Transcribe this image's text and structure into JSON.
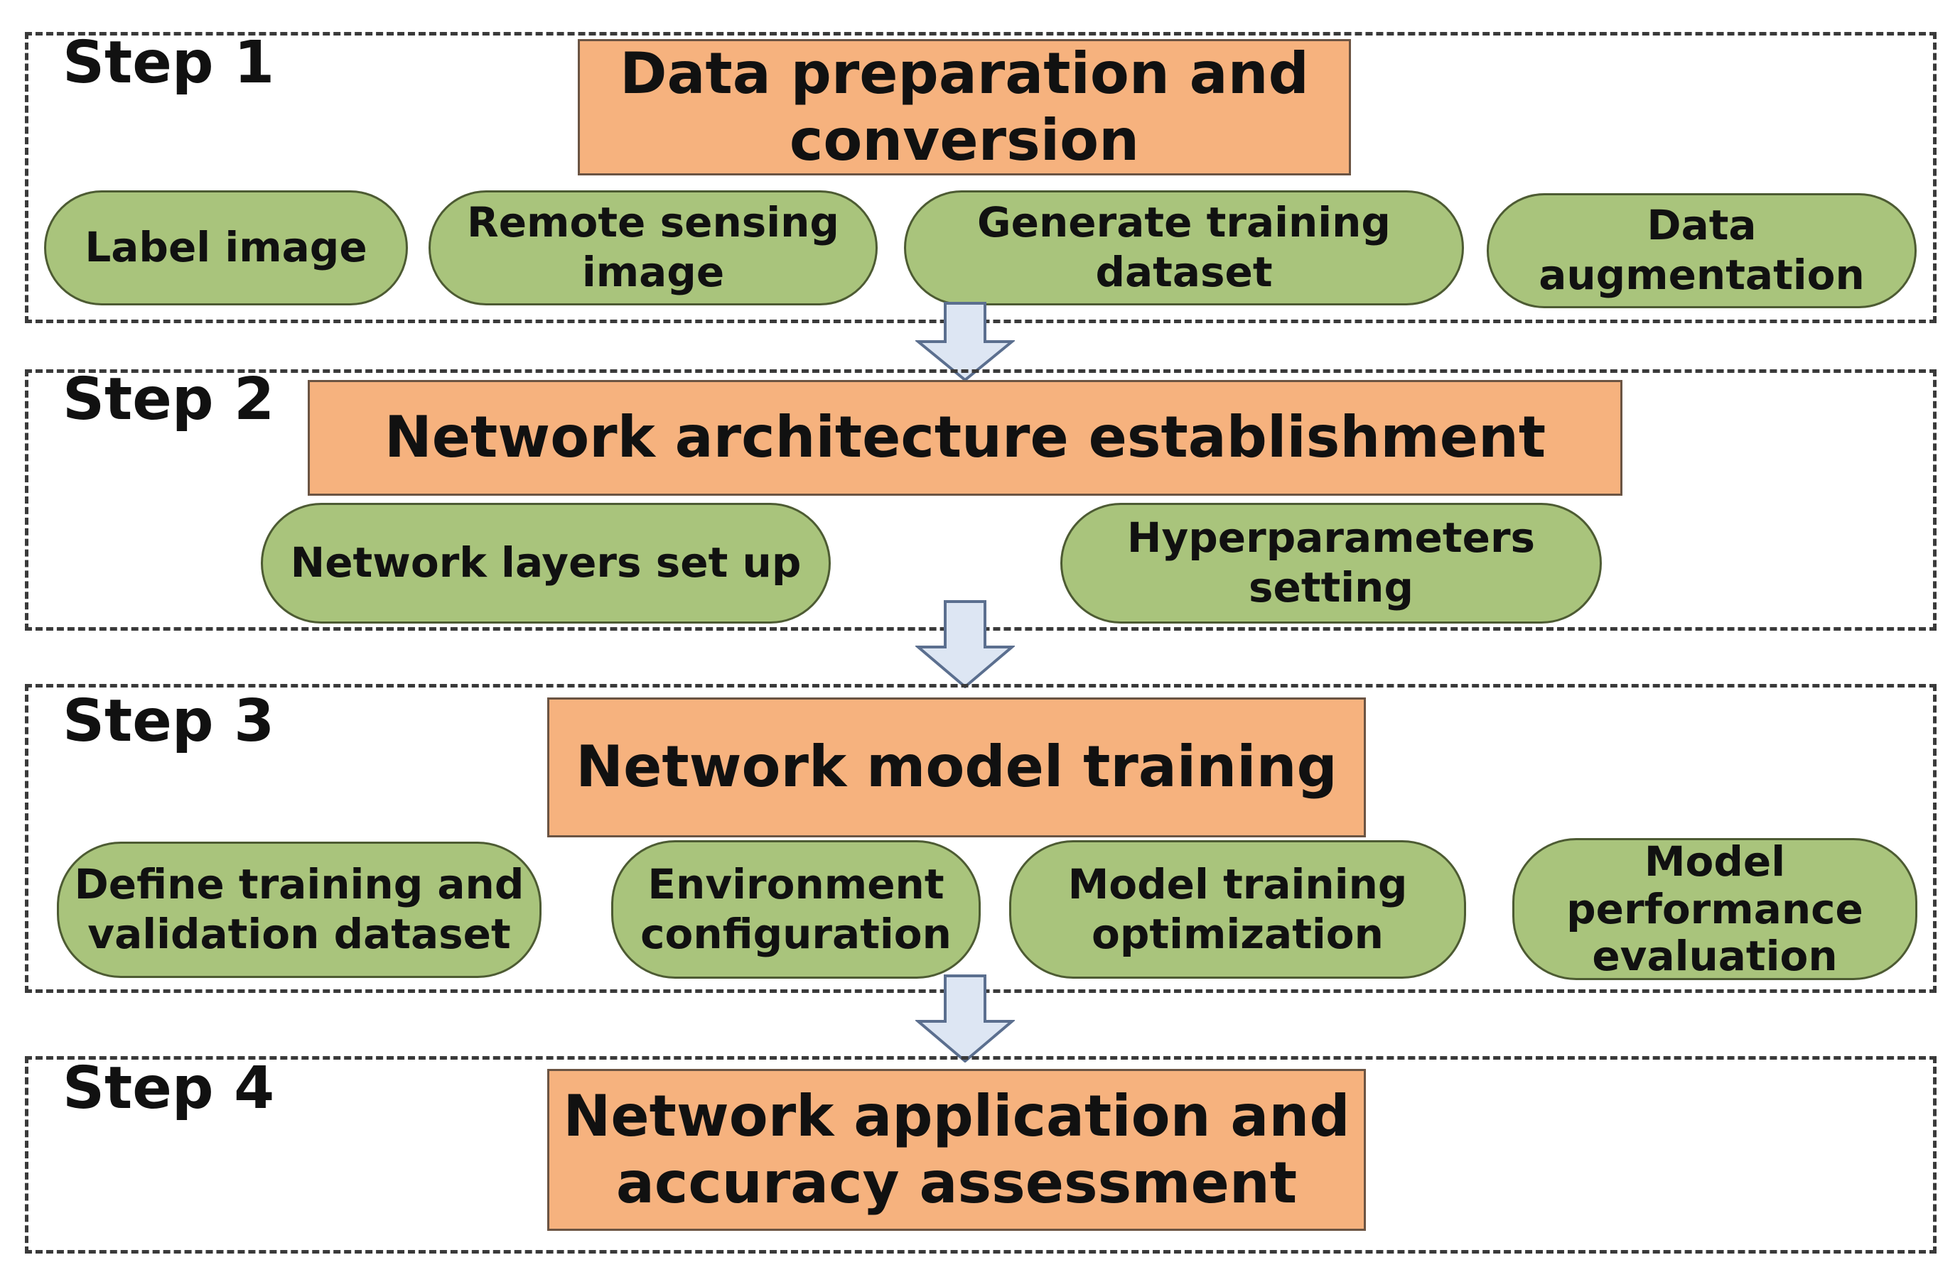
{
  "colors": {
    "main_box_fill": "#f6b27e",
    "pill_fill": "#a9c47c",
    "arrow_fill": "#dde6f3",
    "dashed_border": "#3a3a3a"
  },
  "steps": [
    {
      "label": "Step 1",
      "title": "Data preparation and\nconversion",
      "items": [
        "Label image",
        "Remote sensing\nimage",
        "Generate training\ndataset",
        "Data\naugmentation"
      ]
    },
    {
      "label": "Step 2",
      "title": "Network architecture establishment",
      "items": [
        "Network layers set up",
        "Hyperparameters\nsetting"
      ]
    },
    {
      "label": "Step 3",
      "title": "Network model training",
      "items": [
        "Define training and\nvalidation dataset",
        "Environment\nconfiguration",
        "Model training\noptimization",
        "Model\nperformance\nevaluation"
      ]
    },
    {
      "label": "Step 4",
      "title": "Network application and\naccuracy assessment",
      "items": []
    }
  ]
}
